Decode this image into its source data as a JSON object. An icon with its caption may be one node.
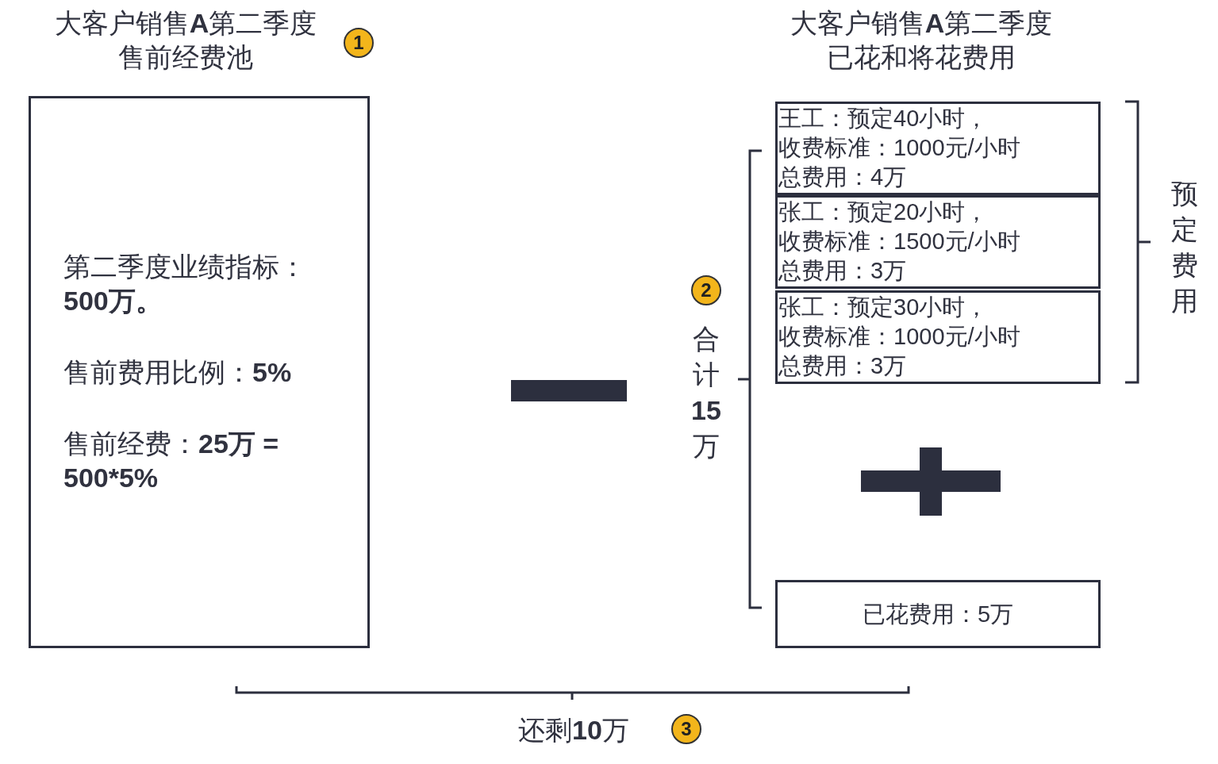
{
  "diagram": {
    "nodes": [
      {
        "text": [
          "大客户销售**A**第二季度售前经费池",
          "第二季度业绩指标：**500万。**",
          "售前费用比例：**5%**",
          "售前经费：**25万 = 500*5%**"
        ]
      },
      {
        "text": [
          "王工：预定40小时，",
          "收费标准：1000元/小时",
          "总费用：4万"
        ]
      },
      {
        "text": [
          "张工：预定20小时，",
          "收费标准：1500元/小时",
          "总费用：3万"
        ]
      },
      {
        "text": [
          "张工：预定30小时，",
          "收费标准：1000元/小时",
          "总费用：3万"
        ]
      },
      {
        "text": [
          "已花费用：5万"
        ]
      }
    ],
    "labels": [
      "1",
      "大客户销售**A**第二季度已花和将花费用",
      "预定费用",
      "2",
      "合计**15**万",
      "还剩**10**万",
      "3"
    ]
  }
}
